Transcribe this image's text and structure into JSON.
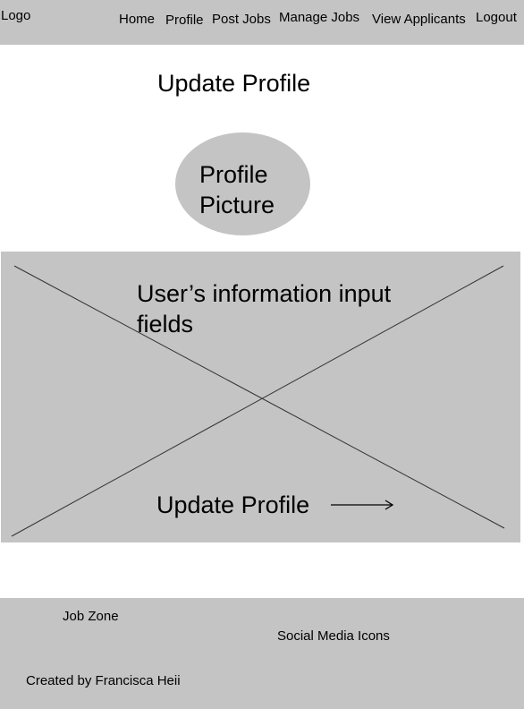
{
  "nav": {
    "logo": "Logo",
    "items": [
      {
        "label": "Home"
      },
      {
        "label": "Profile"
      },
      {
        "label": "Post Jobs"
      },
      {
        "label": "Manage Jobs"
      },
      {
        "label": "View Applicants"
      },
      {
        "label": "Logout"
      }
    ]
  },
  "main": {
    "title": "Update Profile",
    "avatar_label": "Profile Picture",
    "form_placeholder": "User’s information input fields",
    "update_label": "Update Profile"
  },
  "footer": {
    "brand": "Job Zone",
    "social": "Social Media Icons",
    "credit": "Created by Francisca Heii"
  },
  "colors": {
    "panel_gray": "#c4c4c4",
    "background": "#ffffff",
    "text": "#000000"
  }
}
